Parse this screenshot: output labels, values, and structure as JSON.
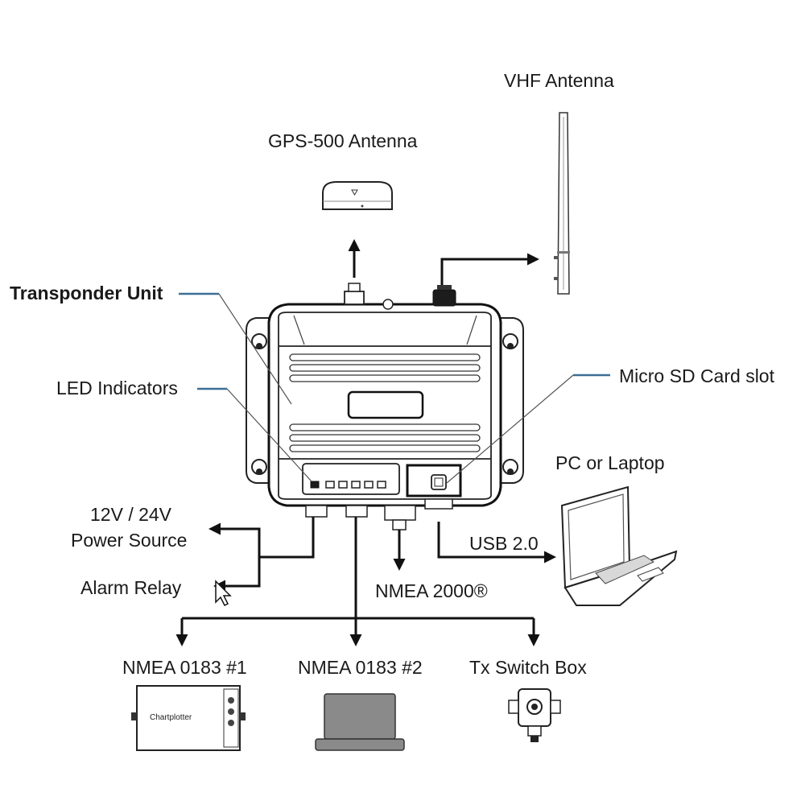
{
  "labels": {
    "vhf_antenna": "VHF Antenna",
    "gps_antenna": "GPS-500 Antenna",
    "transponder_unit": "Transponder Unit",
    "led_indicators": "LED Indicators",
    "micro_sd": "Micro SD Card slot",
    "pc_laptop": "PC or Laptop",
    "power_line1": "12V / 24V",
    "power_line2": "Power Source",
    "alarm_relay": "Alarm Relay",
    "usb": "USB 2.0",
    "nmea2000": "NMEA 2000®",
    "nmea0183_1": "NMEA 0183 #1",
    "nmea0183_2": "NMEA 0183 #2",
    "tx_switch": "Tx Switch Box",
    "chartplotter": "Chartplotter"
  }
}
